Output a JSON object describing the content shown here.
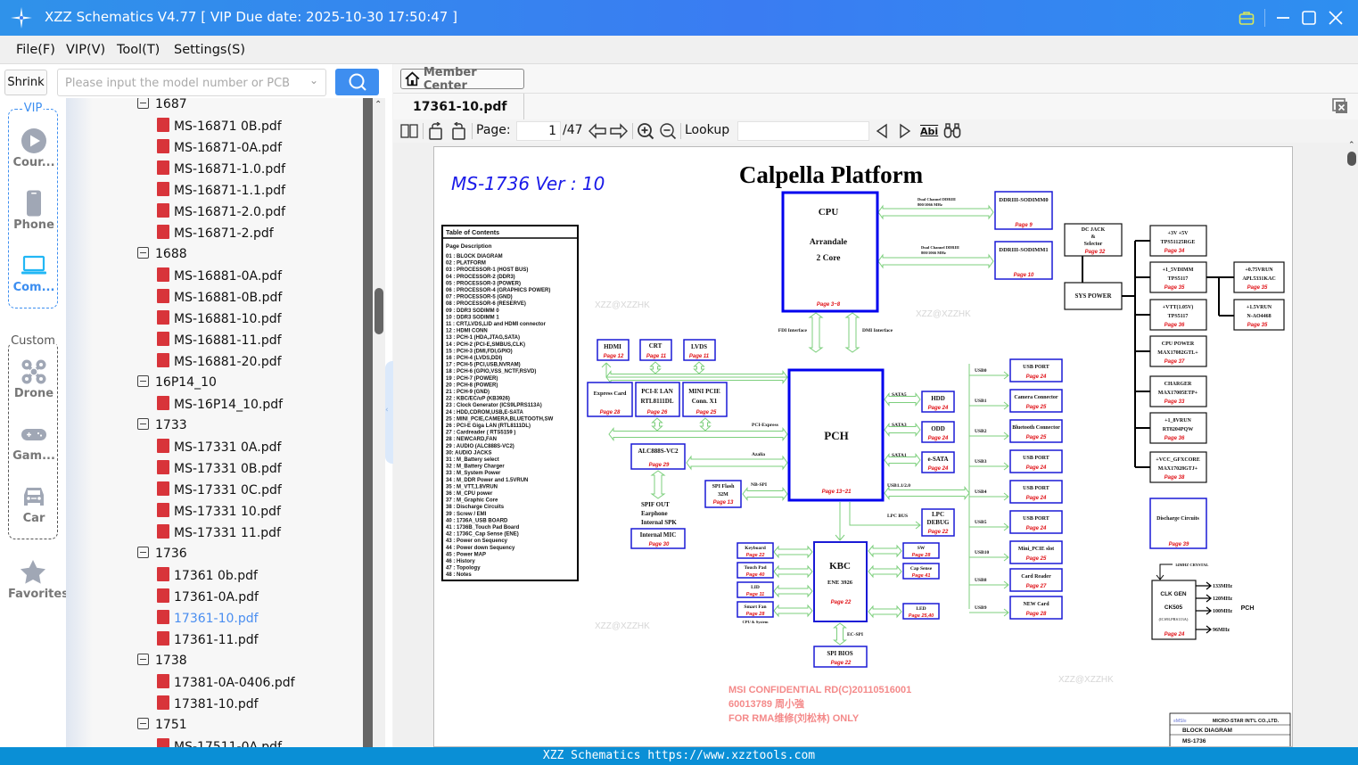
{
  "window": {
    "title": "XZZ Schematics V4.77 [ VIP Due date: 2025-10-30 17:50:47 ]",
    "icons": [
      "app-logo-icon",
      "briefcase-icon",
      "minimize-icon",
      "maximize-icon",
      "close-icon"
    ],
    "accent_color": "#3a7cf2"
  },
  "menu": [
    "File(F)",
    "VIP(V)",
    "Tool(T)",
    "Settings(S)"
  ],
  "search": {
    "shrink_label": "Shrink",
    "placeholder": "Please input the model number or PCB",
    "value": ""
  },
  "nav": {
    "vip_group": "VIP",
    "custom_group": "Custom",
    "items": [
      {
        "label": "Cour...",
        "icon": "play-icon"
      },
      {
        "label": "Phone",
        "icon": "phone-icon"
      },
      {
        "label": "Com...",
        "icon": "laptop-icon",
        "active": true
      },
      {
        "label": "Drone",
        "icon": "drone-icon"
      },
      {
        "label": "Gam...",
        "icon": "gamepad-icon"
      },
      {
        "label": "Car",
        "icon": "car-icon"
      },
      {
        "label": "Favorites",
        "icon": "star-icon"
      }
    ]
  },
  "tree": [
    {
      "type": "folder",
      "label": "1687"
    },
    {
      "type": "file",
      "label": "MS-16871 0B.pdf"
    },
    {
      "type": "file",
      "label": "MS-16871-0A.pdf"
    },
    {
      "type": "file",
      "label": "MS-16871-1.0.pdf"
    },
    {
      "type": "file",
      "label": "MS-16871-1.1.pdf"
    },
    {
      "type": "file",
      "label": "MS-16871-2.0.pdf"
    },
    {
      "type": "file",
      "label": "MS-16871-2.pdf"
    },
    {
      "type": "folder",
      "label": "1688"
    },
    {
      "type": "file",
      "label": "MS-16881-0A.pdf"
    },
    {
      "type": "file",
      "label": "MS-16881-0B.pdf"
    },
    {
      "type": "file",
      "label": "MS-16881-10.pdf"
    },
    {
      "type": "file",
      "label": "MS-16881-11.pdf"
    },
    {
      "type": "file",
      "label": "MS-16881-20.pdf"
    },
    {
      "type": "folder",
      "label": "16P14_10"
    },
    {
      "type": "file",
      "label": "MS-16P14_10.pdf"
    },
    {
      "type": "folder",
      "label": "1733"
    },
    {
      "type": "file",
      "label": "MS-17331 0A.pdf"
    },
    {
      "type": "file",
      "label": "MS-17331 0B.pdf"
    },
    {
      "type": "file",
      "label": "MS-17331 0C.pdf"
    },
    {
      "type": "file",
      "label": "MS-17331 10.pdf"
    },
    {
      "type": "file",
      "label": "MS-17331 11.pdf"
    },
    {
      "type": "folder",
      "label": "1736"
    },
    {
      "type": "file",
      "label": "17361 0b.pdf"
    },
    {
      "type": "file",
      "label": "17361-0A.pdf"
    },
    {
      "type": "file",
      "label": "17361-10.pdf",
      "selected": true
    },
    {
      "type": "file",
      "label": "17361-11.pdf"
    },
    {
      "type": "folder",
      "label": "1738"
    },
    {
      "type": "file",
      "label": "17381-0A-0406.pdf"
    },
    {
      "type": "file",
      "label": "17381-10.pdf"
    },
    {
      "type": "folder",
      "label": "1751"
    },
    {
      "type": "file",
      "label": "MS-17511-0A.pdf"
    }
  ],
  "viewer": {
    "member_center": "Member Center",
    "tab": "17361-10.pdf",
    "page_label": "Page:",
    "current_page": "1",
    "total_pages": "/47",
    "lookup_label": "Lookup",
    "lookup_value": "",
    "find_abi": "Abi"
  },
  "schematic": {
    "model": "MS-1736  Ver : 10",
    "title": "Calpella Platform",
    "toc_title": "Table of Contents",
    "toc_header": "Page  Description",
    "toc": [
      "01 : BLOCK DIAGRAM",
      "02 : PLATFORM",
      "03 : PROCESSOR-1 (HOST BUS)",
      "04 : PROCESSOR-2 (DDR3)",
      "05 : PROCESSOR-3 (POWER)",
      "06 : PROCESSOR-4 (GRAPHICS POWER)",
      "07 : PROCESSOR-5 (GND)",
      "08 : PROCESSOR-6 (RESERVE)",
      "09 : DDR3 SODIMM 0",
      "10 : DDR3 SODIMM 1",
      "11 : CRT,LVDS,LID and HDMI connector",
      "12 : HDMI CONN",
      "13 : PCH-1 (HDA,JTAG,SATA)",
      "14 : PCH-2 (PCI-E,SMBUS,CLK)",
      "15 : PCH-3 (DMI,FDI,GPIO)",
      "16 : PCH-4 (LVDS,DDI)",
      "17 : PCH-5 (PCI,USB,NVRAM)",
      "18 : PCH-6 (GPIO,VSS_NCTF,RSVD)",
      "19 : PCH-7 (POWER)",
      "20 : PCH-8 (POWER)",
      "21 : PCH-9 (GND)",
      "22 : KBC/EC/uP (KB3926)",
      "23 : Clock Generator (ICS9LPRS113A)",
      "24 : HDD,CDROM,USB,E-SATA",
      "25 : MINI_PCIE,CAMERA,BLUETOOTH,SW",
      "26 : PCI-E Giga LAN  (RTL8111DL)",
      "27 : Cardreader ( RTS5159 )",
      "28 : NEWCARD,FAN",
      "29 : AUDIO (ALC888S-VC2)",
      "30:  AUDIO JACKS",
      "31 : M_Battery select",
      "32 : M_Battery Charger",
      "33 : M_System Power",
      "34 : M_DDR Power and 1.5VRUN",
      "35 : M_VTT,1.8VRUN",
      "36 : M_CPU power",
      "37 : M_Graphic Core",
      "38 : Discharge Circuits",
      "39 : Screw / EMI",
      "40 : 1736A_USB BOARD",
      "41 : 1736B_Touch Pad Board",
      "42 : 1736C_Cap Sense (ENE)",
      "43 : Power on Sequency",
      "44 : Power down Sequency",
      "45 : Power MAP",
      "46 : History",
      "47 : Topology",
      "48 : Notes"
    ],
    "cpu": {
      "name": "CPU",
      "line1": "Arrandale",
      "line2": "2 Core",
      "page": "Page 3~8"
    },
    "ddr_bus": "Dual Channel DDRIII",
    "ddr_speed": "800/1066 MHz",
    "dimm0": {
      "name": "DDRIII-SODIMM0",
      "page": "Page 9"
    },
    "dimm1": {
      "name": "DDRIII-SODIMM1",
      "page": "Page 10"
    },
    "fdi": "FDI Interface",
    "dmi": "DMI Interface",
    "pch": {
      "name": "PCH",
      "page": "Page 13~21"
    },
    "hdmi": {
      "name": "HDMI",
      "page": "Page 12"
    },
    "crt": {
      "name": "CRT",
      "page": "Page 11"
    },
    "lvds": {
      "name": "LVDS",
      "page": "Page 11"
    },
    "express": {
      "name": "Express Card",
      "page": "Page 28"
    },
    "lan": {
      "name": "PCI-E LAN",
      "sub": "RTL8111DL",
      "page": "Page 26"
    },
    "minipcie": {
      "name": "MINI PCIE",
      "sub": "Conn. X1",
      "page": "Page 25"
    },
    "pci_express": "PCI-Express",
    "audio": {
      "name": "ALC888S-VC2",
      "page": "Page 29"
    },
    "azalia": "Azalia",
    "audio_out": [
      "SPIF OUT",
      "Earphone",
      "Internal SPK"
    ],
    "mic": {
      "name": "Internal MIC",
      "page": "Page 30"
    },
    "spiflash": {
      "name": "SPI Flash",
      "sub": "32M",
      "page": "Page 13"
    },
    "nbspi": "NB-SPI",
    "sata": [
      {
        "bus": "SATA5",
        "name": "HDD",
        "page": "Page 24"
      },
      {
        "bus": "SATA3",
        "name": "ODD",
        "page": "Page 24"
      },
      {
        "bus": "SATA1",
        "name": "e-SATA",
        "page": "Page 24"
      }
    ],
    "usb_bus": "USB1.1/2.0",
    "lpc_bus": "LPC BUS",
    "lpc": {
      "name": "LPC",
      "sub": "DEBUG",
      "page": "Page 22"
    },
    "usb": [
      {
        "bus": "USB0",
        "name": "USB PORT",
        "page": "Page 24"
      },
      {
        "bus": "USB1",
        "name": "Camera Connector",
        "page": "Page 25"
      },
      {
        "bus": "USB2",
        "name": "Bluetooth Connector",
        "page": "Page 25"
      },
      {
        "bus": "USB3",
        "name": "USB PORT",
        "page": "Page 24"
      },
      {
        "bus": "USB4",
        "name": "USB PORT",
        "page": "Page 24"
      },
      {
        "bus": "USB5",
        "name": "USB PORT",
        "page": "Page 24"
      },
      {
        "bus": "USB10",
        "name": "Mini_PCIE slot",
        "page": "Page 25"
      },
      {
        "bus": "USB8",
        "name": "Card Reader",
        "page": "Page 27"
      },
      {
        "bus": "USB9",
        "name": "NEW Card",
        "page": "Page 28"
      }
    ],
    "kbc": {
      "name": "KBC",
      "sub": "ENE 3926",
      "page": "Page 22"
    },
    "kbc_left": [
      {
        "name": "Keyboard",
        "page": "Page 22"
      },
      {
        "name": "Touch Pad",
        "page": "Page 40"
      },
      {
        "name": "LID",
        "page": "Page 11"
      },
      {
        "name": "Smart Fan",
        "page": "Page 28",
        "note": "CPU & System"
      }
    ],
    "kbc_right": [
      {
        "name": "SW",
        "page": "Page 28"
      },
      {
        "name": "Cap Sense",
        "page": "Page 41"
      },
      {
        "name": "LED",
        "page": "Page 25,40"
      }
    ],
    "ecspi": "EC-SPI",
    "spibios": {
      "name": "SPI BIOS",
      "page": "Page 22"
    },
    "dcjack": {
      "l1": "DC JACK",
      "l2": "&",
      "l3": "Selector",
      "page": "Page 32"
    },
    "syspower": "SYS POWER",
    "power": [
      {
        "l1": "+3V +5V",
        "l2": "TPS51125RGE",
        "page": "Page 34"
      },
      {
        "l1": "+1_5VDIMM",
        "l2": "TPS5117",
        "page": "Page 35"
      },
      {
        "l1": "+VTT(1.05V)",
        "l2": "TPS5117",
        "page": "Page 36"
      },
      {
        "l1": "CPU POWER",
        "l2": "MAX17082GTL+",
        "page": "Page 37"
      },
      {
        "l1": "CHARGER",
        "l2": "MAX17005ETP+",
        "page": "Page 33"
      },
      {
        "l1": "+1_8VRUN",
        "l2": "RT8204PQW",
        "page": "Page 36"
      },
      {
        "l1": "+VCC_GFXCORE",
        "l2": "MAX17028GTJ+",
        "page": "Page 38"
      }
    ],
    "power_sub": [
      {
        "l1": "+0.75VRUN",
        "l2": "APL5331KAC",
        "page": "Page 35"
      },
      {
        "l1": "+1.5VRUN",
        "l2": "N-AO4468",
        "page": "Page 35"
      }
    ],
    "discharge": {
      "name": "Discharge Circuits",
      "page": "Page 39"
    },
    "crystal": "14MHZ CRYSTAL",
    "clkgen": {
      "l1": "CLK GEN",
      "l2": "CK505",
      "l3": "(ICS9LPRS113A)",
      "page": "Page 24"
    },
    "clocks": [
      "133MHz",
      "120MHz",
      "100MHz",
      "96MHz"
    ],
    "clk_target": "PCH",
    "titleblock": {
      "company": "MICRO-STAR INT'L CO.,LTD.",
      "title": "BLOCK DIAGRAM",
      "doc": "MS-1736"
    },
    "watermark_red": [
      "MSI CONFIDENTIAL RD(C)20110516001",
      "60013789 周小強",
      "FOR RMA维修(刘松林) ONLY"
    ],
    "watermark_gray": "XZZ@XZZHK"
  },
  "footer": "XZZ Schematics https://www.xzztools.com"
}
